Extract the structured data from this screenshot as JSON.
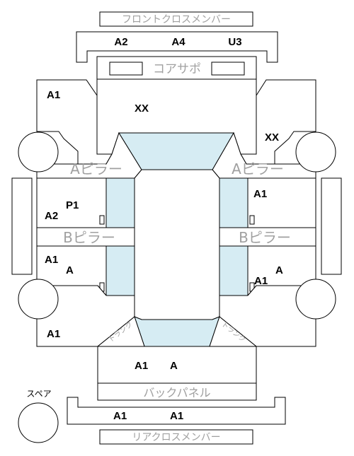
{
  "labels": {
    "front_cross_member": "フロントクロスメンバー",
    "core_support": "コアサポ",
    "a_pillar": "Aピラー",
    "b_pillar": "Bピラー",
    "back_panel": "バックパネル",
    "rear_cross_member": "リアクロスメンバー",
    "spare": "スペア",
    "trunk": "トランク"
  },
  "codes": {
    "front_cross_member": [
      "A2",
      "A4",
      "U3"
    ],
    "front_left_fender": "A1",
    "hood": "XX",
    "front_right_fender": "XX",
    "front_left_door": [
      "P1",
      "A2"
    ],
    "front_right_door": "A1",
    "rear_left_door": [
      "A1",
      "A"
    ],
    "rear_right_door": [
      "A",
      "A1"
    ],
    "rear_left_quarter": "A1",
    "trunk_lid": [
      "A1",
      "A"
    ],
    "rear_cross_member": [
      "A1",
      "A1"
    ]
  },
  "colors": {
    "glass": "#d6ecf3",
    "outline": "#000000",
    "label_grey": "#a0a0a0"
  }
}
